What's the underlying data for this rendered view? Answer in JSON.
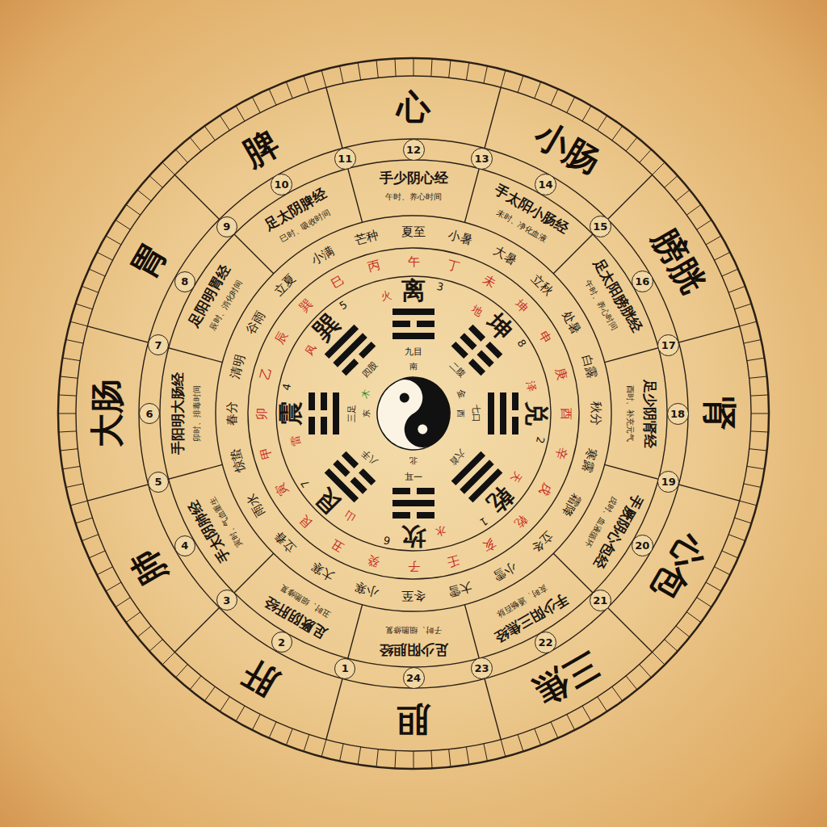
{
  "diagram": {
    "nodes": [
      {
        "text": [
          "1"
        ]
      },
      {
        "text": [
          "2"
        ]
      },
      {
        "text": [
          "3"
        ]
      },
      {
        "text": [
          "4"
        ]
      },
      {
        "text": [
          "5"
        ]
      },
      {
        "text": [
          "6"
        ]
      },
      {
        "text": [
          "7"
        ]
      },
      {
        "text": [
          "8"
        ]
      },
      {
        "text": [
          "9"
        ]
      },
      {
        "text": [
          "10"
        ]
      },
      {
        "text": [
          "11"
        ]
      },
      {
        "text": [
          "12"
        ]
      },
      {
        "text": [
          "13"
        ]
      },
      {
        "text": [
          "14"
        ]
      },
      {
        "text": [
          "15"
        ]
      },
      {
        "text": [
          "16"
        ]
      },
      {
        "text": [
          "17"
        ]
      },
      {
        "text": [
          "18"
        ]
      },
      {
        "text": [
          "19"
        ]
      },
      {
        "text": [
          "20"
        ]
      },
      {
        "text": [
          "21"
        ]
      },
      {
        "text": [
          "22"
        ]
      },
      {
        "text": [
          "23"
        ]
      },
      {
        "text": [
          "24"
        ]
      }
    ],
    "labels": [
      "心",
      "小肠",
      "膀胱",
      "肾",
      "心包",
      "三焦",
      "胆",
      "肝",
      "肺",
      "大肠",
      "胃",
      "脾",
      "手少阴心经",
      "午时、养心时间",
      "手太阳小肠经",
      "未时、净化血液",
      "足太阳膀胱经",
      "午时、养心时间",
      "足少阴肾经",
      "酉时、补充元气",
      "手厥阴心包经",
      "戌时、血液循环",
      "手少阳三焦经",
      "亥时、通畅百脉",
      "足少阳胆经",
      "子时、细胞修复",
      "足厥阴肝经",
      "丑时、细胞修复",
      "手太阴肺经",
      "寅时、气血重生",
      "手阳明大肠经",
      "卯时、排毒时间",
      "足阳明胃经",
      "辰时、消化时间",
      "足太阴脾经",
      "巳时、吸收时间",
      "夏至",
      "小暑",
      "大暑",
      "立秋",
      "处暑",
      "白露",
      "秋分",
      "寒露",
      "霜降",
      "立冬",
      "小雪",
      "大雪",
      "冬至",
      "小寒",
      "大寒",
      "立春",
      "雨水",
      "惊蛰",
      "春分",
      "清明",
      "谷雨",
      "立夏",
      "小满",
      "芒种",
      "午",
      "丁",
      "未",
      "坤",
      "申",
      "庚",
      "酉",
      "辛",
      "戌",
      "乾",
      "亥",
      "壬",
      "子",
      "癸",
      "丑",
      "艮",
      "寅",
      "甲",
      "卯",
      "乙",
      "辰",
      "巽",
      "巳",
      "丙",
      "离",
      "坤",
      "兑",
      "乾",
      "坎",
      "艮",
      "震",
      "巽",
      "3",
      "8",
      "2",
      "1",
      "6",
      "7",
      "4",
      "5",
      "火",
      "地",
      "泽",
      "天",
      "水",
      "山",
      "雷",
      "风",
      "九目",
      "二腹",
      "七口",
      "六首",
      "一耳",
      "八手",
      "三足",
      "四股",
      "南",
      "西",
      "北",
      "东",
      "金",
      "木"
    ]
  }
}
